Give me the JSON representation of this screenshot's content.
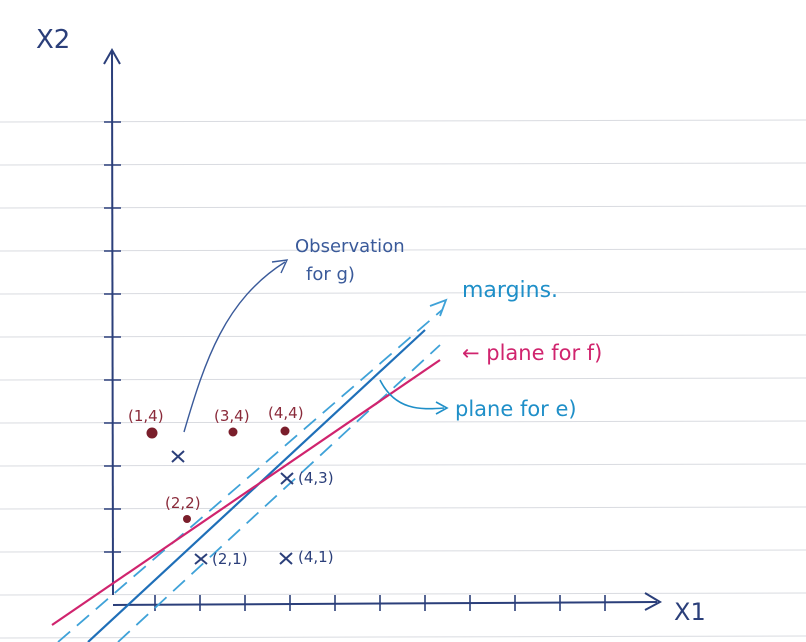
{
  "axes": {
    "x_label": "X1",
    "y_label": "X2"
  },
  "points": {
    "circles": [
      {
        "label": "(1,4)"
      },
      {
        "label": "(3,4)"
      },
      {
        "label": "(4,4)"
      },
      {
        "label": "(2,2)"
      }
    ],
    "crosses": [
      {
        "label": "(4,3)"
      },
      {
        "label": "(2,1)"
      },
      {
        "label": "(4,1)"
      }
    ]
  },
  "annotations": {
    "observation_line1": "Observation",
    "observation_line2": "for g)",
    "margins": "margins.",
    "plane_f": "← plane for f)",
    "plane_e": "plane for e)"
  },
  "colors": {
    "paper_rule": "#d9dbe0",
    "axes_ink": "#2b3f7a",
    "plane_e": "#1f6fb8",
    "margins": "#3fa2d8",
    "plane_f": "#d0246e",
    "circle_fill": "#7a1e2b",
    "cross_ink": "#2b3f7a",
    "arrow_ink": "#3a5a9a"
  }
}
